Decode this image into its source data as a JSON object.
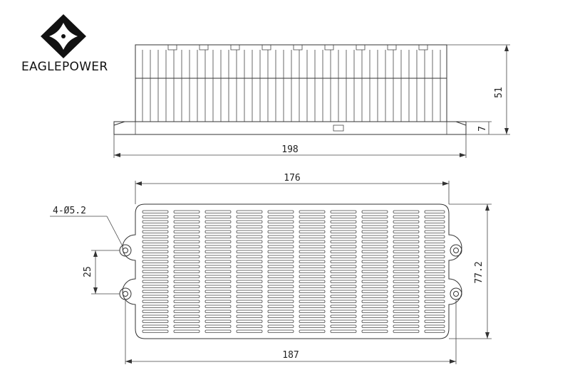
{
  "brand": {
    "name": "EAGLEPOWER",
    "logo_icon": "eagle-cross-icon"
  },
  "dimensions": {
    "height_total": "51",
    "flange_thickness": "7",
    "length_overall": "198",
    "body_length": "176",
    "hole_label": "4-Ø5.2",
    "hole_spacing": "25",
    "width": "77.2",
    "hole_centers": "187"
  },
  "colors": {
    "line": "#333333",
    "text": "#222222"
  }
}
